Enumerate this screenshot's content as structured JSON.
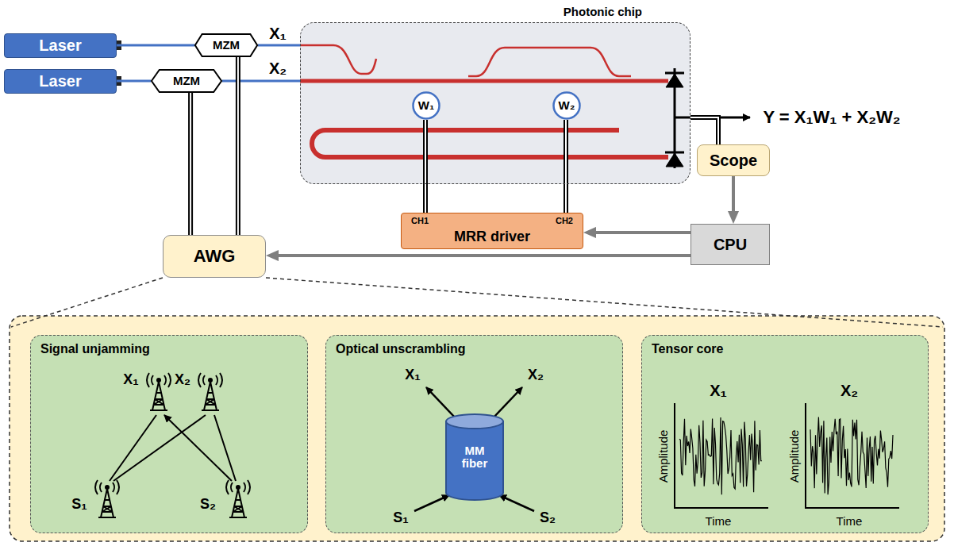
{
  "diagram": {
    "nodes": [
      {
        "text": [
          "Laser"
        ]
      },
      {
        "text": [
          "Laser"
        ]
      },
      {
        "text": [
          "MZM"
        ]
      },
      {
        "text": [
          "MZM"
        ]
      },
      {
        "text": [
          "Photonic chip"
        ]
      },
      {
        "text": [
          "W₁"
        ],
        "in": 4
      },
      {
        "text": [
          "W₂"
        ],
        "in": 4
      },
      {
        "text": [
          "Scope"
        ]
      },
      {
        "text": [
          "CH1",
          "CH2",
          "MRR driver"
        ]
      },
      {
        "text": [
          "CPU"
        ]
      },
      {
        "text": [
          "AWG"
        ]
      },
      {
        "text": [
          "Signal unjamming"
        ]
      },
      {
        "text": [
          "Optical unscrambling"
        ]
      },
      {
        "text": [
          "MM fiber"
        ],
        "in": 12
      },
      {
        "text": [
          "Tensor core"
        ]
      }
    ],
    "edges": [
      {
        "from": 0,
        "to": 2,
        "arrow": "none"
      },
      {
        "from": 1,
        "to": 3,
        "arrow": "none"
      },
      {
        "from": 2,
        "to": 4,
        "arrow": "none"
      },
      {
        "from": 3,
        "to": 4,
        "arrow": "none"
      },
      {
        "from": 4,
        "to": 7,
        "arrow": "none"
      },
      {
        "from": 7,
        "to": 9,
        "arrow": "to"
      },
      {
        "from": 9,
        "to": 8,
        "arrow": "to"
      },
      {
        "from": 9,
        "to": 10,
        "arrow": "to"
      },
      {
        "from": 10,
        "to": 2,
        "arrow": "none"
      },
      {
        "from": 10,
        "to": 3,
        "arrow": "none"
      },
      {
        "from": 8,
        "to": 5,
        "arrow": "none"
      },
      {
        "from": 8,
        "to": 6,
        "arrow": "none"
      }
    ],
    "labels": [
      "X₁",
      "X₂",
      "Y = X₁W₁ + X₂W₂",
      "X₁",
      "X₂",
      "S₁",
      "S₂",
      "X₁",
      "X₂",
      "S₁",
      "S₂",
      "X₁",
      "X₂",
      "Amplitude",
      "Time",
      "Amplitude",
      "Time"
    ]
  }
}
